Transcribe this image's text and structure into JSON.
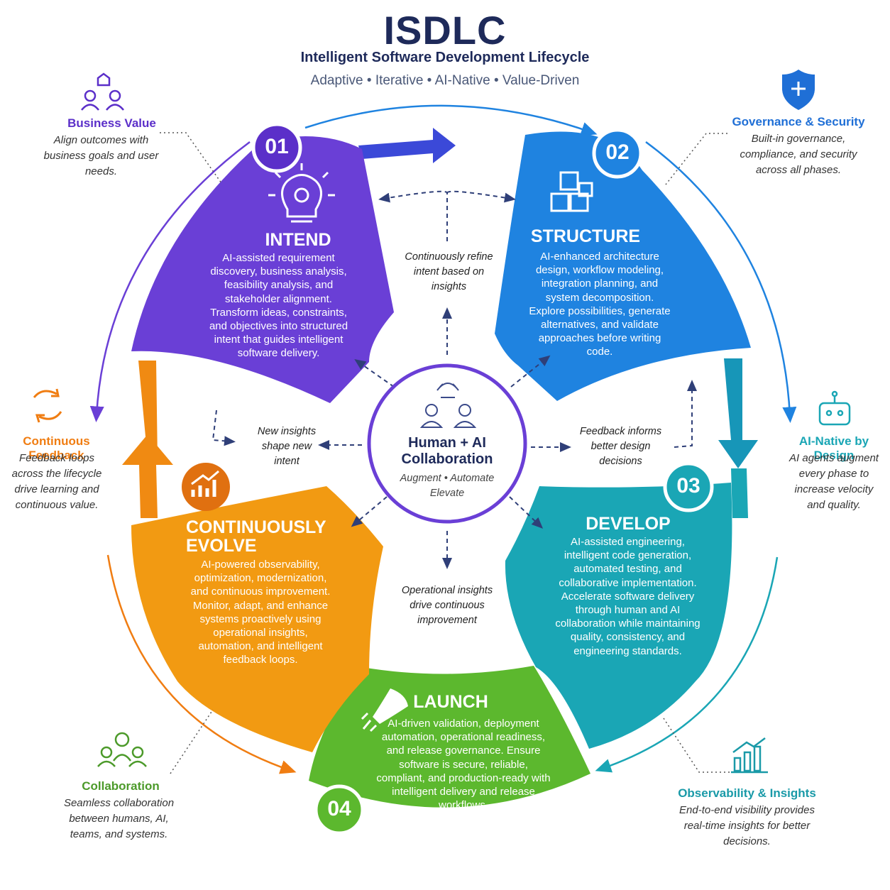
{
  "header": {
    "title": "ISDLC",
    "subtitle": "Intelligent Software Development Lifecycle",
    "tagline": "Adaptive  • Iterative • AI-Native • Value-Driven"
  },
  "hub": {
    "title": "Human + AI Collaboration",
    "subtitle": "Augment • Automate Elevate"
  },
  "phases": [
    {
      "number": "01",
      "title": "INTEND",
      "color": "#6a3fd6",
      "description": "AI-assisted requirement discovery, business analysis, feasibility analysis, and stakeholder alignment. Transform ideas, constraints, and objectives into structured intent that guides intelligent software delivery.",
      "icon": "lightbulb-gear-icon"
    },
    {
      "number": "02",
      "title": "STRUCTURE",
      "color": "#1f83e0",
      "description": "AI-enhanced architecture design, workflow modeling, integration planning, and system decomposition. Explore possibilities, generate alternatives, and validate approaches before writing code.",
      "icon": "stacked-cubes-icon"
    },
    {
      "number": "03",
      "title": "DEVELOP",
      "color": "#1aa6b5",
      "description": "AI-assisted engineering, intelligent code generation, automated testing, and collaborative implementation. Accelerate software delivery through human and AI collaboration while maintaining quality, consistency, and engineering standards.",
      "icon": "code-icon"
    },
    {
      "number": "04",
      "title": "LAUNCH",
      "color": "#5cb82e",
      "description": "AI-driven validation, deployment automation, operational readiness, and release governance. Ensure software is secure, reliable, compliant, and production-ready with intelligent delivery and release workflows.",
      "icon": "rocket-icon"
    },
    {
      "number": "",
      "title": "CONTINUOUSLY EVOLVE",
      "color": "#f29a12",
      "description": "AI-powered observability, optimization, modernization, and continuous improvement. Monitor, adapt, and enhance systems proactively using operational insights, automation, and intelligent feedback loops.",
      "icon": "growth-chart-icon"
    }
  ],
  "inner_notes": {
    "top": "Continuously refine intent based on insights",
    "right": "Feedback informs better design decisions",
    "bottom": "Operational insights drive continuous improvement",
    "left": "New insights shape new intent"
  },
  "side_notes": [
    {
      "title": "Business Value",
      "text": "Align outcomes with business goals and user needs.",
      "color": "#5b2fc9",
      "icon": "people-value-icon"
    },
    {
      "title": "Governance & Security",
      "text": "Built-in governance, compliance, and security across all phases.",
      "color": "#1f6fd6",
      "icon": "shield-icon"
    },
    {
      "title": "AI-Native by Design",
      "text": "AI agents augment every phase to increase velocity and quality.",
      "color": "#1aa6b5",
      "icon": "robot-icon"
    },
    {
      "title": "Observability & Insights",
      "text": "End-to-end visibility provides real-time insights for better decisions.",
      "color": "#1a9aa8",
      "icon": "bar-chart-icon"
    },
    {
      "title": "Collaboration",
      "text": "Seamless collaboration between humans, AI, teams, and systems.",
      "color": "#4c9a2a",
      "icon": "team-icon"
    },
    {
      "title": "Continuous Feedback",
      "text": "Feedback loops across the lifecycle drive learning and continuous value.",
      "color": "#f07d12",
      "icon": "refresh-icon"
    }
  ]
}
